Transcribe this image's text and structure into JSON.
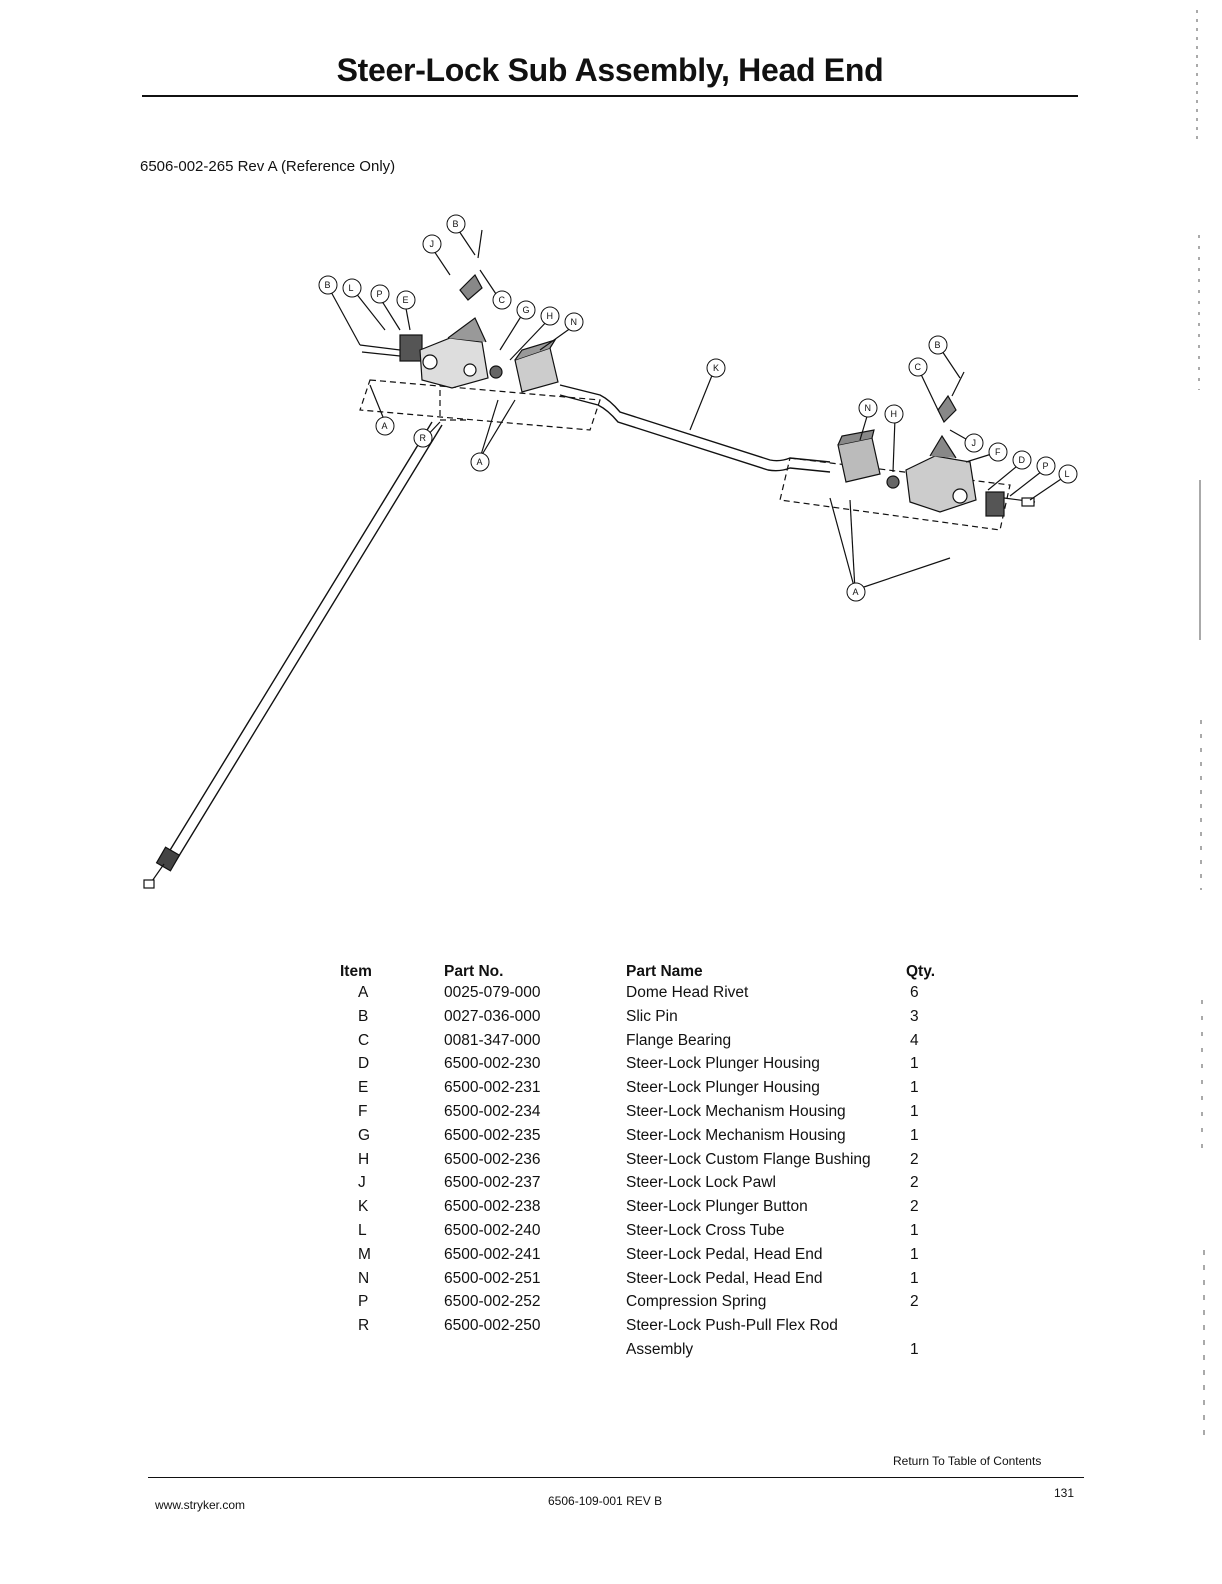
{
  "page": {
    "title": "Steer-Lock Sub Assembly, Head End",
    "subtitle": "6506-002-265 Rev A (Reference Only)"
  },
  "diagram": {
    "callouts": [
      "A",
      "B",
      "C",
      "D",
      "E",
      "F",
      "G",
      "H",
      "J",
      "K",
      "L",
      "N",
      "P",
      "R"
    ]
  },
  "parts_table": {
    "headers": {
      "item": "Item",
      "part_no": "Part No.",
      "part_name": "Part Name",
      "qty": "Qty."
    },
    "rows": [
      {
        "item": "A",
        "part_no": "0025-079-000",
        "name": "Dome Head Rivet",
        "qty": "6"
      },
      {
        "item": "B",
        "part_no": "0027-036-000",
        "name": "Slic Pin",
        "qty": "3"
      },
      {
        "item": "C",
        "part_no": "0081-347-000",
        "name": "Flange Bearing",
        "qty": "4"
      },
      {
        "item": "D",
        "part_no": "6500-002-230",
        "name": "Steer-Lock Plunger Housing",
        "qty": "1"
      },
      {
        "item": "E",
        "part_no": "6500-002-231",
        "name": "Steer-Lock Plunger Housing",
        "qty": "1"
      },
      {
        "item": "F",
        "part_no": "6500-002-234",
        "name": "Steer-Lock Mechanism Housing",
        "qty": "1"
      },
      {
        "item": "G",
        "part_no": "6500-002-235",
        "name": "Steer-Lock Mechanism Housing",
        "qty": "1"
      },
      {
        "item": "H",
        "part_no": "6500-002-236",
        "name": "Steer-Lock Custom Flange Bushing",
        "qty": "2"
      },
      {
        "item": "J",
        "part_no": "6500-002-237",
        "name": "Steer-Lock Lock Pawl",
        "qty": "2"
      },
      {
        "item": "K",
        "part_no": "6500-002-238",
        "name": "Steer-Lock Plunger Button",
        "qty": "2"
      },
      {
        "item": "L",
        "part_no": "6500-002-240",
        "name": "Steer-Lock Cross Tube",
        "qty": "1"
      },
      {
        "item": "M",
        "part_no": "6500-002-241",
        "name": "Steer-Lock Pedal, Head End",
        "qty": "1"
      },
      {
        "item": "N",
        "part_no": "6500-002-251",
        "name": "Steer-Lock Pedal, Head End",
        "qty": "1"
      },
      {
        "item": "P",
        "part_no": "6500-002-252",
        "name": "Compression Spring",
        "qty": "2"
      },
      {
        "item": "R",
        "part_no": "6500-002-250",
        "name": "Steer-Lock Push-Pull Flex Rod",
        "name_line2": "Assembly",
        "qty": "1"
      }
    ]
  },
  "footer": {
    "toc_link": "Return To Table of Contents",
    "website": "www.stryker.com",
    "doc_number": "6506-109-001 REV B",
    "page_number": "131"
  }
}
